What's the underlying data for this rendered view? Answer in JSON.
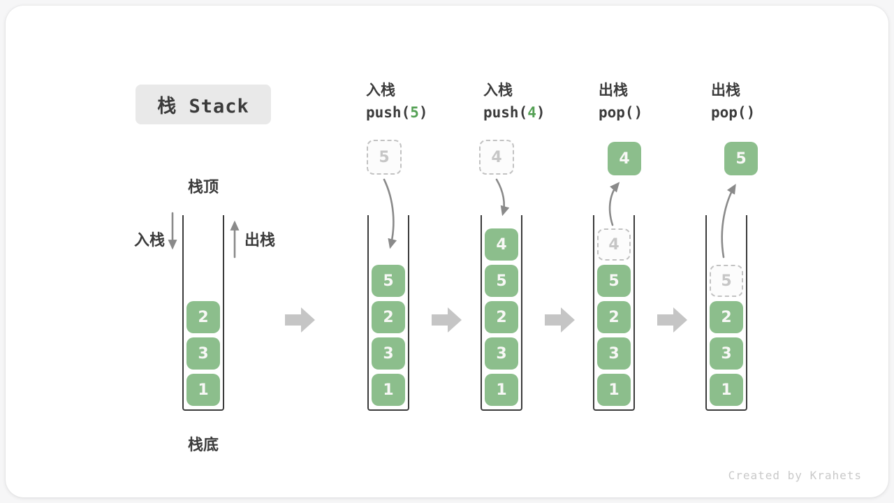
{
  "title": "栈 Stack",
  "labels": {
    "stack_top": "栈顶",
    "stack_bottom": "栈底",
    "push_side": "入栈",
    "pop_side": "出栈"
  },
  "operations": [
    {
      "action": "入栈",
      "code": {
        "prefix": "push(",
        "arg": "5",
        "suffix": ")"
      }
    },
    {
      "action": "入栈",
      "code": {
        "prefix": "push(",
        "arg": "4",
        "suffix": ")"
      }
    },
    {
      "action": "出栈",
      "code": {
        "prefix": "pop(",
        "arg": "",
        "suffix": ")"
      }
    },
    {
      "action": "出栈",
      "code": {
        "prefix": "pop(",
        "arg": "",
        "suffix": ")"
      }
    }
  ],
  "floating_boxes": [
    {
      "value": "5",
      "style": "dashed",
      "meaning": "element-being-pushed"
    },
    {
      "value": "4",
      "style": "dashed",
      "meaning": "element-being-pushed"
    },
    {
      "value": "4",
      "style": "solid",
      "meaning": "element-popped"
    },
    {
      "value": "5",
      "style": "solid",
      "meaning": "element-popped"
    }
  ],
  "stacks": [
    {
      "state": "initial",
      "blocks": [
        {
          "value": "2",
          "style": "solid"
        },
        {
          "value": "3",
          "style": "solid"
        },
        {
          "value": "1",
          "style": "solid"
        }
      ]
    },
    {
      "state": "after-push-5",
      "blocks": [
        {
          "value": "5",
          "style": "solid"
        },
        {
          "value": "2",
          "style": "solid"
        },
        {
          "value": "3",
          "style": "solid"
        },
        {
          "value": "1",
          "style": "solid"
        }
      ]
    },
    {
      "state": "after-push-4",
      "blocks": [
        {
          "value": "4",
          "style": "solid"
        },
        {
          "value": "5",
          "style": "solid"
        },
        {
          "value": "2",
          "style": "solid"
        },
        {
          "value": "3",
          "style": "solid"
        },
        {
          "value": "1",
          "style": "solid"
        }
      ]
    },
    {
      "state": "after-pop-4",
      "blocks": [
        {
          "value": "4",
          "style": "ghost"
        },
        {
          "value": "5",
          "style": "solid"
        },
        {
          "value": "2",
          "style": "solid"
        },
        {
          "value": "3",
          "style": "solid"
        },
        {
          "value": "1",
          "style": "solid"
        }
      ]
    },
    {
      "state": "after-pop-5",
      "blocks": [
        {
          "value": "5",
          "style": "ghost"
        },
        {
          "value": "2",
          "style": "solid"
        },
        {
          "value": "3",
          "style": "solid"
        },
        {
          "value": "1",
          "style": "solid"
        }
      ]
    }
  ],
  "watermark": "Created by Krahets",
  "colors": {
    "block_green": "#8CBE8C",
    "code_green": "#54A054",
    "text_dark": "#3B3B3B",
    "wall_dark": "#3A3A3A",
    "arrow_gray": "#8A8A8A",
    "big_arrow_gray": "#C5C5C5",
    "ghost_border": "#C2C2C2",
    "ghost_text": "#C6C6C6",
    "title_bg": "#E9E9E9",
    "watermark_gray": "#C9C9C9"
  }
}
